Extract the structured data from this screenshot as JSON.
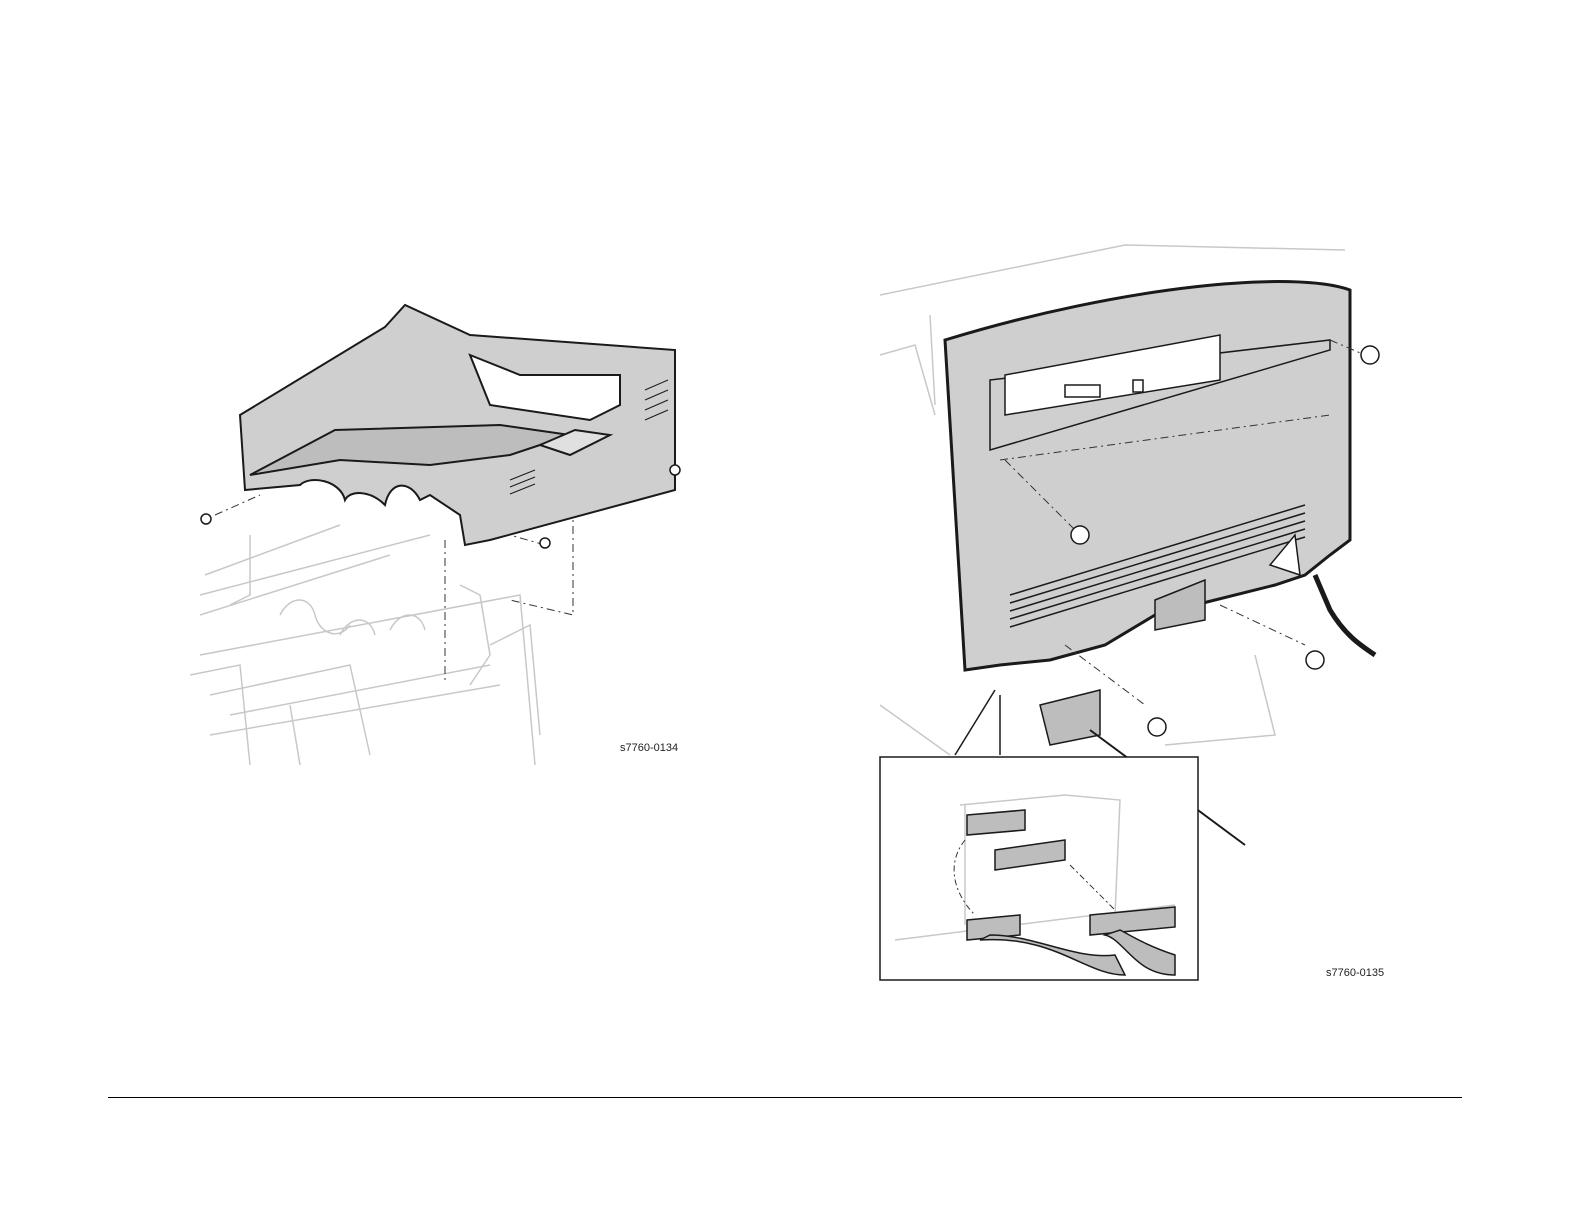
{
  "figures": [
    {
      "label": "s7760-0134",
      "subject": "exit-tray-cover-removal"
    },
    {
      "label": "s7760-0135",
      "subject": "rear-cover-removal"
    }
  ],
  "colors": {
    "part_fill": "#cfcfcf",
    "line": "#1a1a1a",
    "ghost": "#c8c8c8"
  }
}
